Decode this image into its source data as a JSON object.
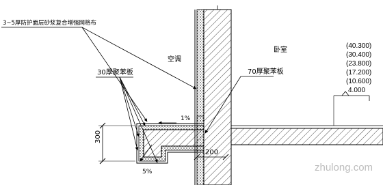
{
  "annotations": {
    "note_top": "3~5厚防护面层砂浆复合增强网格布",
    "foam_30": "30厚聚苯板",
    "foam_70": "70厚聚苯板",
    "ac_unit": "空调",
    "bedroom": "卧室",
    "slope_top": "1%",
    "slope_bottom": "5%",
    "dim_height": "300",
    "dim_width": "200"
  },
  "elevations": [
    "(40.300)",
    "(30.400)",
    "(23.800)",
    "(17.200)",
    "(10.600)",
    "4.000"
  ],
  "watermark": "zhulong.com"
}
